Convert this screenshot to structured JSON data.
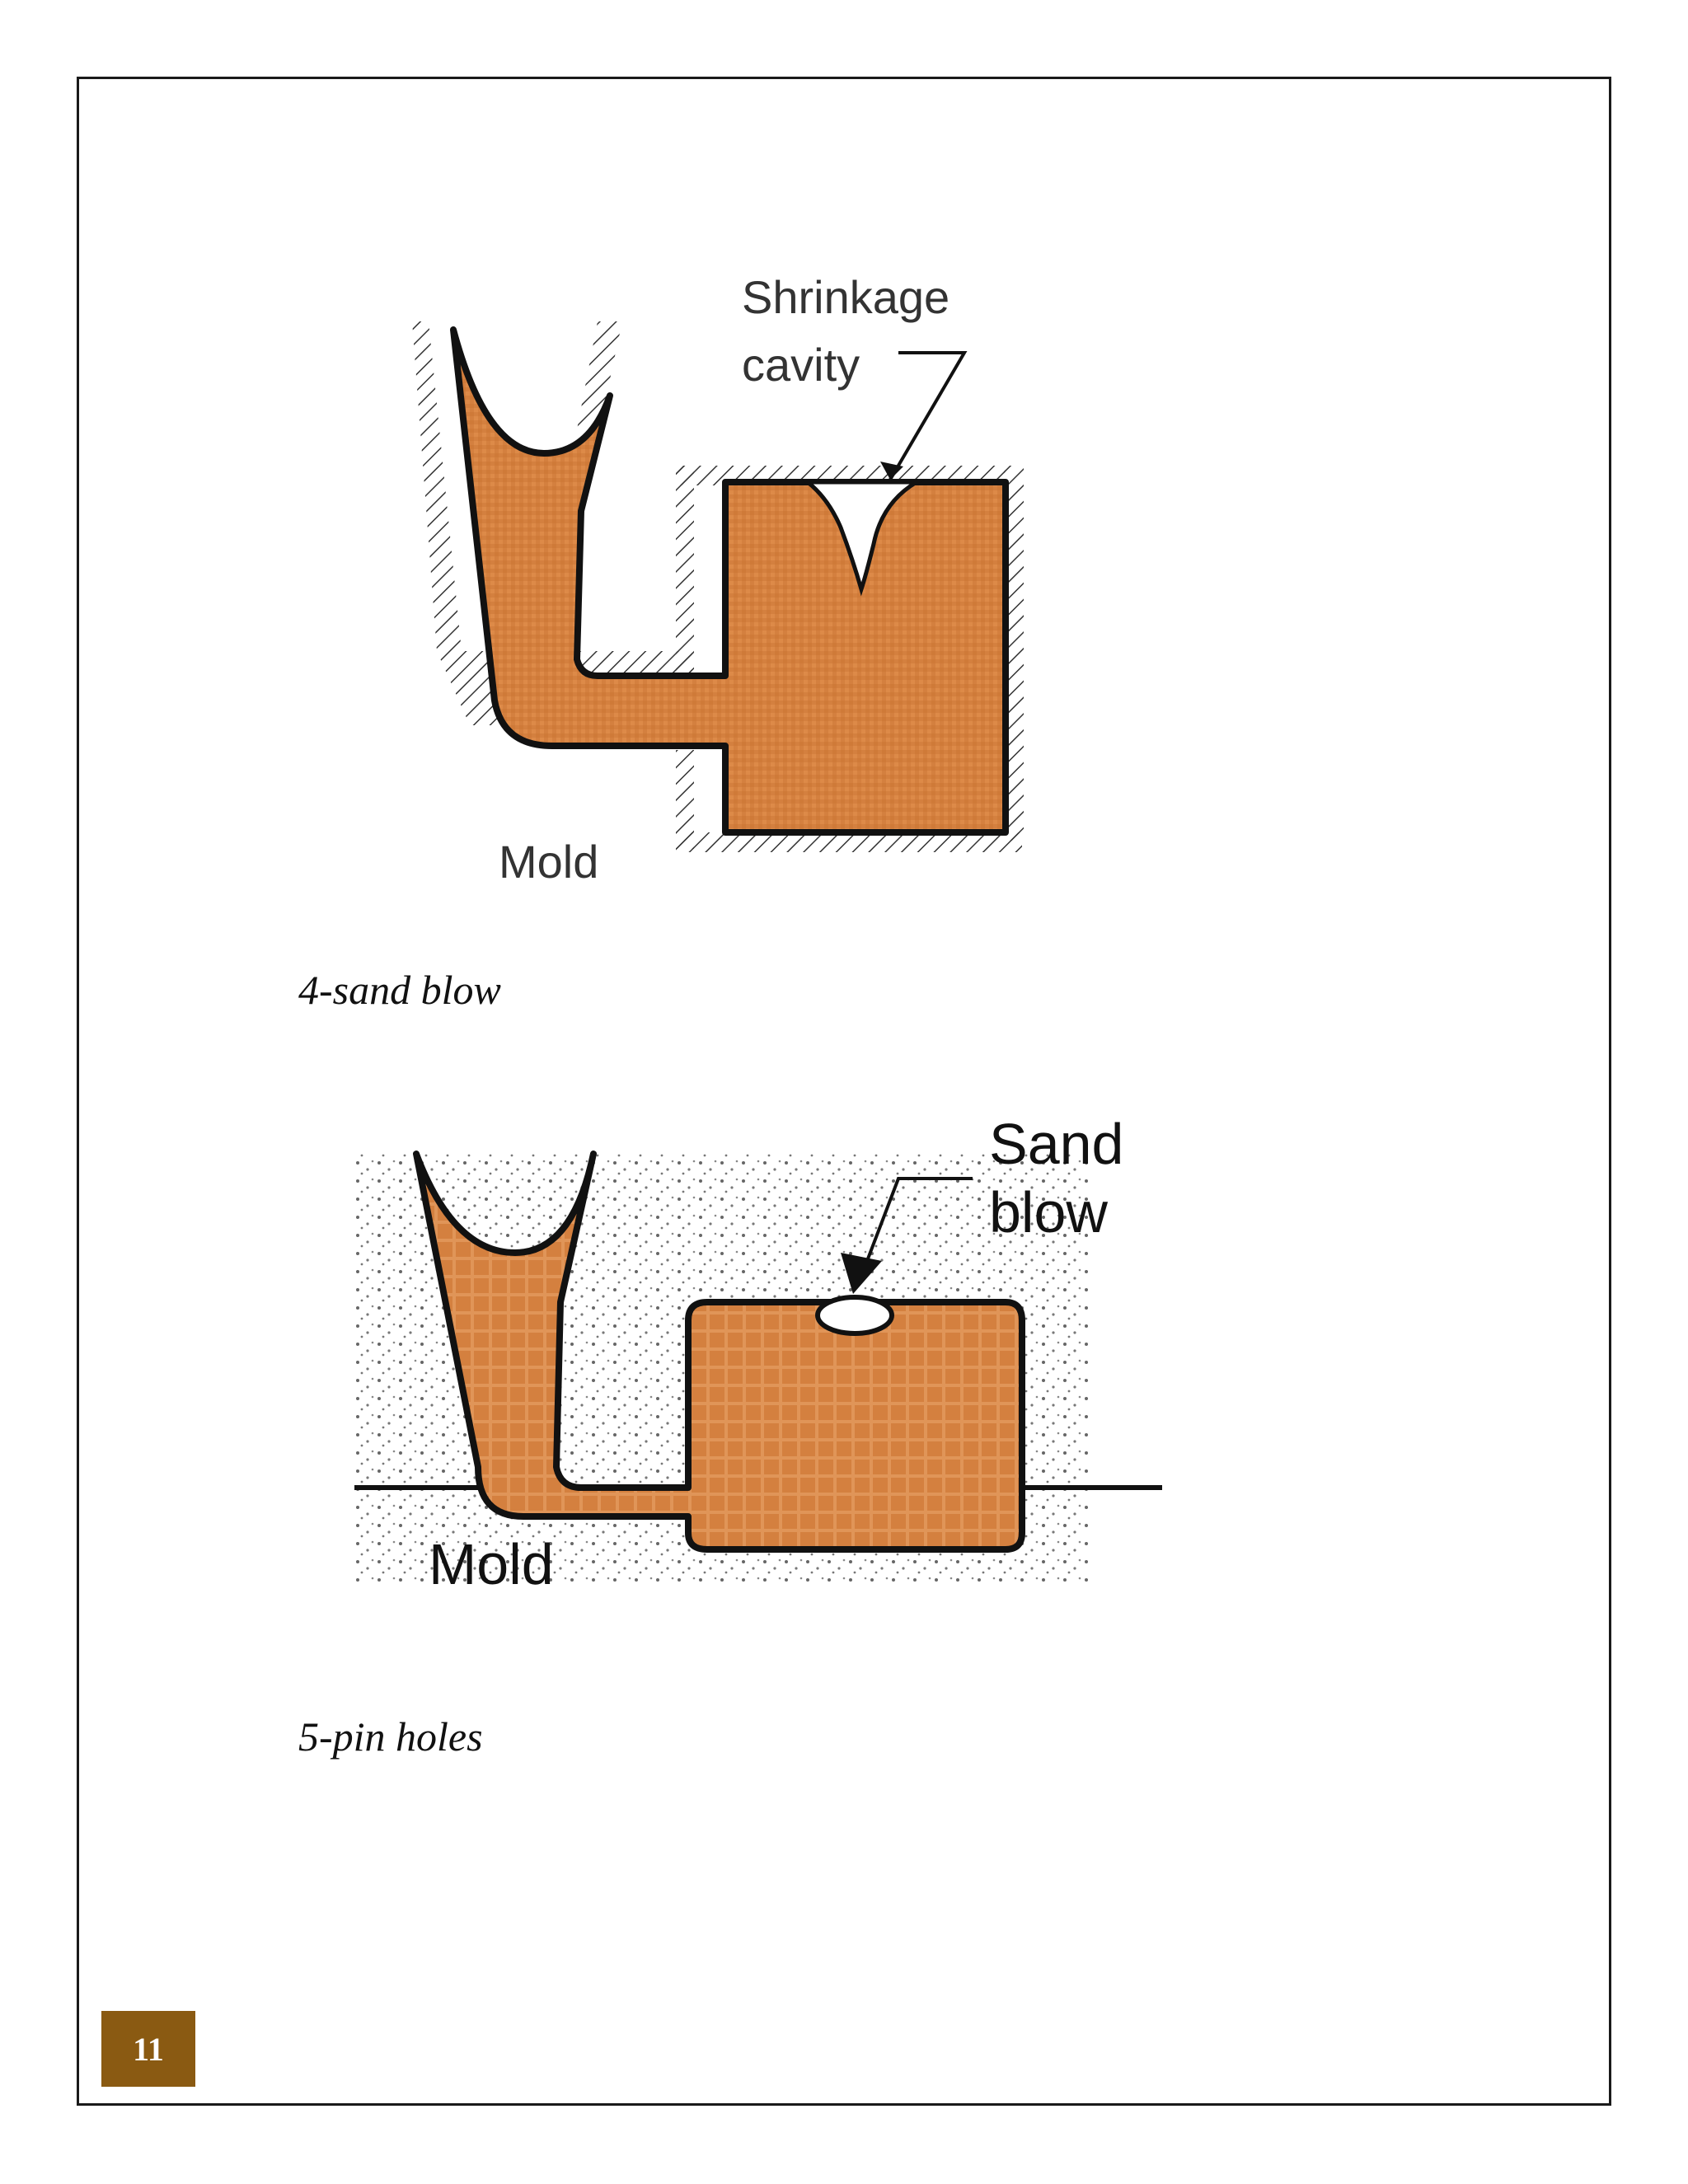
{
  "colors": {
    "molten_metal": "#d4803f",
    "outline": "#111111",
    "page_number_bg": "#8a5a12"
  },
  "figure1": {
    "label_line1": "Shrinkage",
    "label_line2": "cavity",
    "mold_label": "Mold"
  },
  "caption1": "4-sand blow",
  "figure2": {
    "label_line1": "Sand",
    "label_line2": "blow",
    "mold_label": "Mold"
  },
  "caption2": "5-pin holes",
  "page_number": "11"
}
